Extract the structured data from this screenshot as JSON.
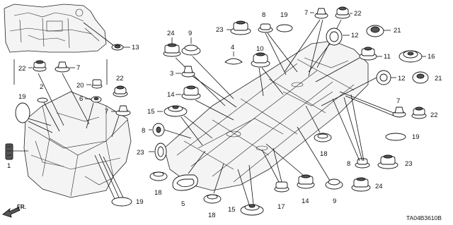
{
  "diagram": {
    "code": "TA04B3610B",
    "direction_label": "FR.",
    "callouts": {
      "c1": "1",
      "c2": "2",
      "c3": "3",
      "c4": "4",
      "c5": "5",
      "c6": "6",
      "c7a": "7",
      "c7b": "7",
      "c7c": "7",
      "c7d": "7",
      "c8a": "8",
      "c8b": "8",
      "c8c": "8",
      "c9a": "9",
      "c9b": "9",
      "c10": "10",
      "c11": "11",
      "c12a": "12",
      "c12b": "12",
      "c13": "13",
      "c14a": "14",
      "c14b": "14",
      "c15a": "15",
      "c15b": "15",
      "c16": "16",
      "c17": "17",
      "c18a": "18",
      "c18b": "18",
      "c18c": "18",
      "c19a": "19",
      "c19b": "19",
      "c19c": "19",
      "c19d": "19",
      "c20": "20",
      "c21a": "21",
      "c21b": "21",
      "c22a": "22",
      "c22b": "22",
      "c22c": "22",
      "c22d": "22",
      "c23a": "23",
      "c23b": "23",
      "c23c": "23",
      "c24a": "24",
      "c24b": "24"
    }
  }
}
